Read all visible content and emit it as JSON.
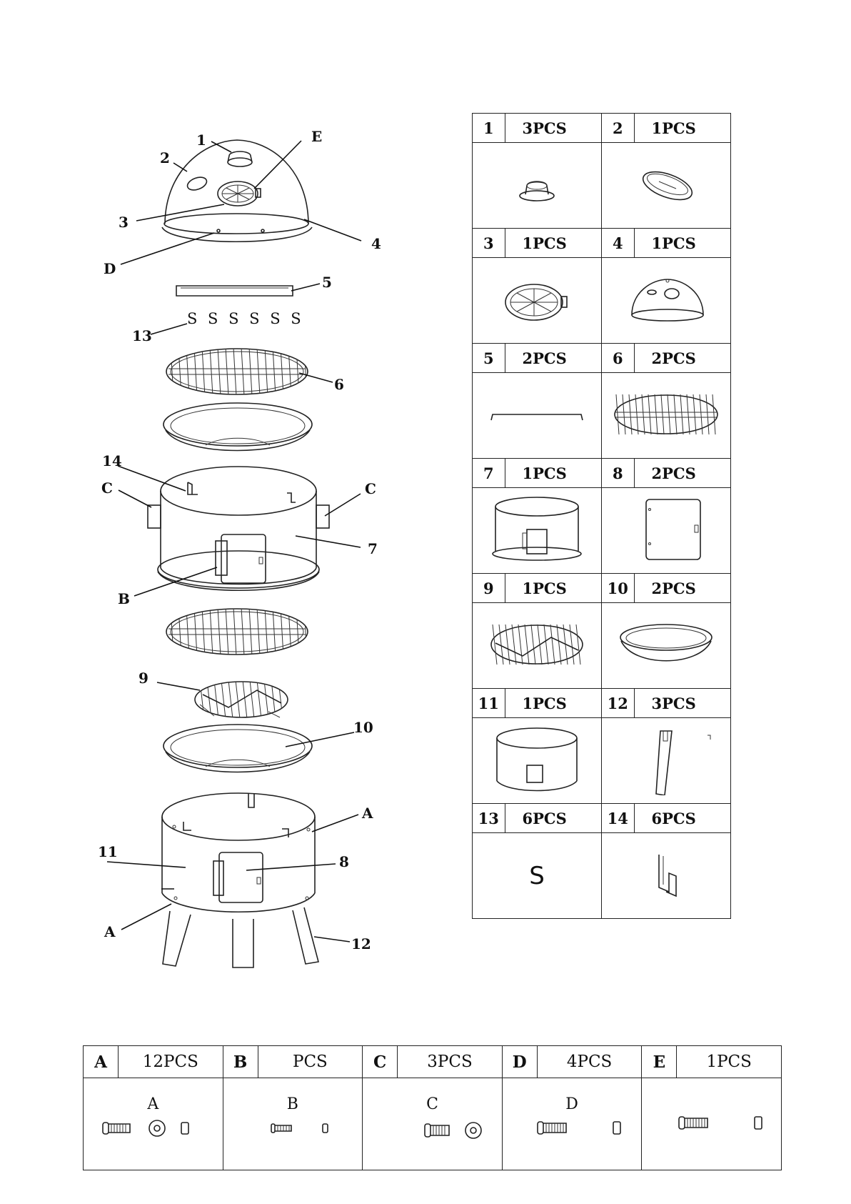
{
  "callouts": {
    "c1": "1",
    "cE": "E",
    "c2": "2",
    "c3": "3",
    "c4": "4",
    "cD": "D",
    "c5": "5",
    "c13": "13",
    "c6": "6",
    "c14": "14",
    "cC_left": "C",
    "cC_right": "C",
    "c7": "7",
    "cB": "B",
    "c9": "9",
    "c10": "10",
    "cA_top": "A",
    "c11": "11",
    "c8": "8",
    "cA_bottom": "A",
    "c12": "12"
  },
  "parts": [
    {
      "num": "1",
      "qty": "3PCS",
      "icon": "vent-knob-icon"
    },
    {
      "num": "2",
      "qty": "1PCS",
      "icon": "thermometer-icon"
    },
    {
      "num": "3",
      "qty": "1PCS",
      "icon": "vent-damper-icon"
    },
    {
      "num": "4",
      "qty": "1PCS",
      "icon": "lid-icon"
    },
    {
      "num": "5",
      "qty": "2PCS",
      "icon": "handle-bar-icon"
    },
    {
      "num": "6",
      "qty": "2PCS",
      "icon": "cooking-grate-icon"
    },
    {
      "num": "7",
      "qty": "1PCS",
      "icon": "middle-body-icon"
    },
    {
      "num": "8",
      "qty": "2PCS",
      "icon": "door-icon"
    },
    {
      "num": "9",
      "qty": "1PCS",
      "icon": "charcoal-grate-icon"
    },
    {
      "num": "10",
      "qty": "2PCS",
      "icon": "bowl-icon"
    },
    {
      "num": "11",
      "qty": "1PCS",
      "icon": "fire-bowl-icon"
    },
    {
      "num": "12",
      "qty": "3PCS",
      "icon": "leg-icon"
    },
    {
      "num": "13",
      "qty": "6PCS",
      "icon": "s-hook-icon",
      "glyph": "S"
    },
    {
      "num": "14",
      "qty": "6PCS",
      "icon": "bracket-icon"
    }
  ],
  "hardware": [
    {
      "num": "A",
      "qty": "12PCS",
      "label": "A",
      "icon": "bolt-washer-nut-icon"
    },
    {
      "num": "B",
      "qty": "PCS",
      "label": "B",
      "icon": "bolt-nut-icon"
    },
    {
      "num": "C",
      "qty": "3PCS",
      "label": "C",
      "icon": "bolt-washer-icon"
    },
    {
      "num": "D",
      "qty": "4PCS",
      "label": "D",
      "icon": "bolt-nut-icon"
    },
    {
      "num": "E",
      "qty": "1PCS",
      "label": "",
      "icon": "bolt-nut-icon"
    }
  ],
  "s_hooks_row": "S S S S S S"
}
